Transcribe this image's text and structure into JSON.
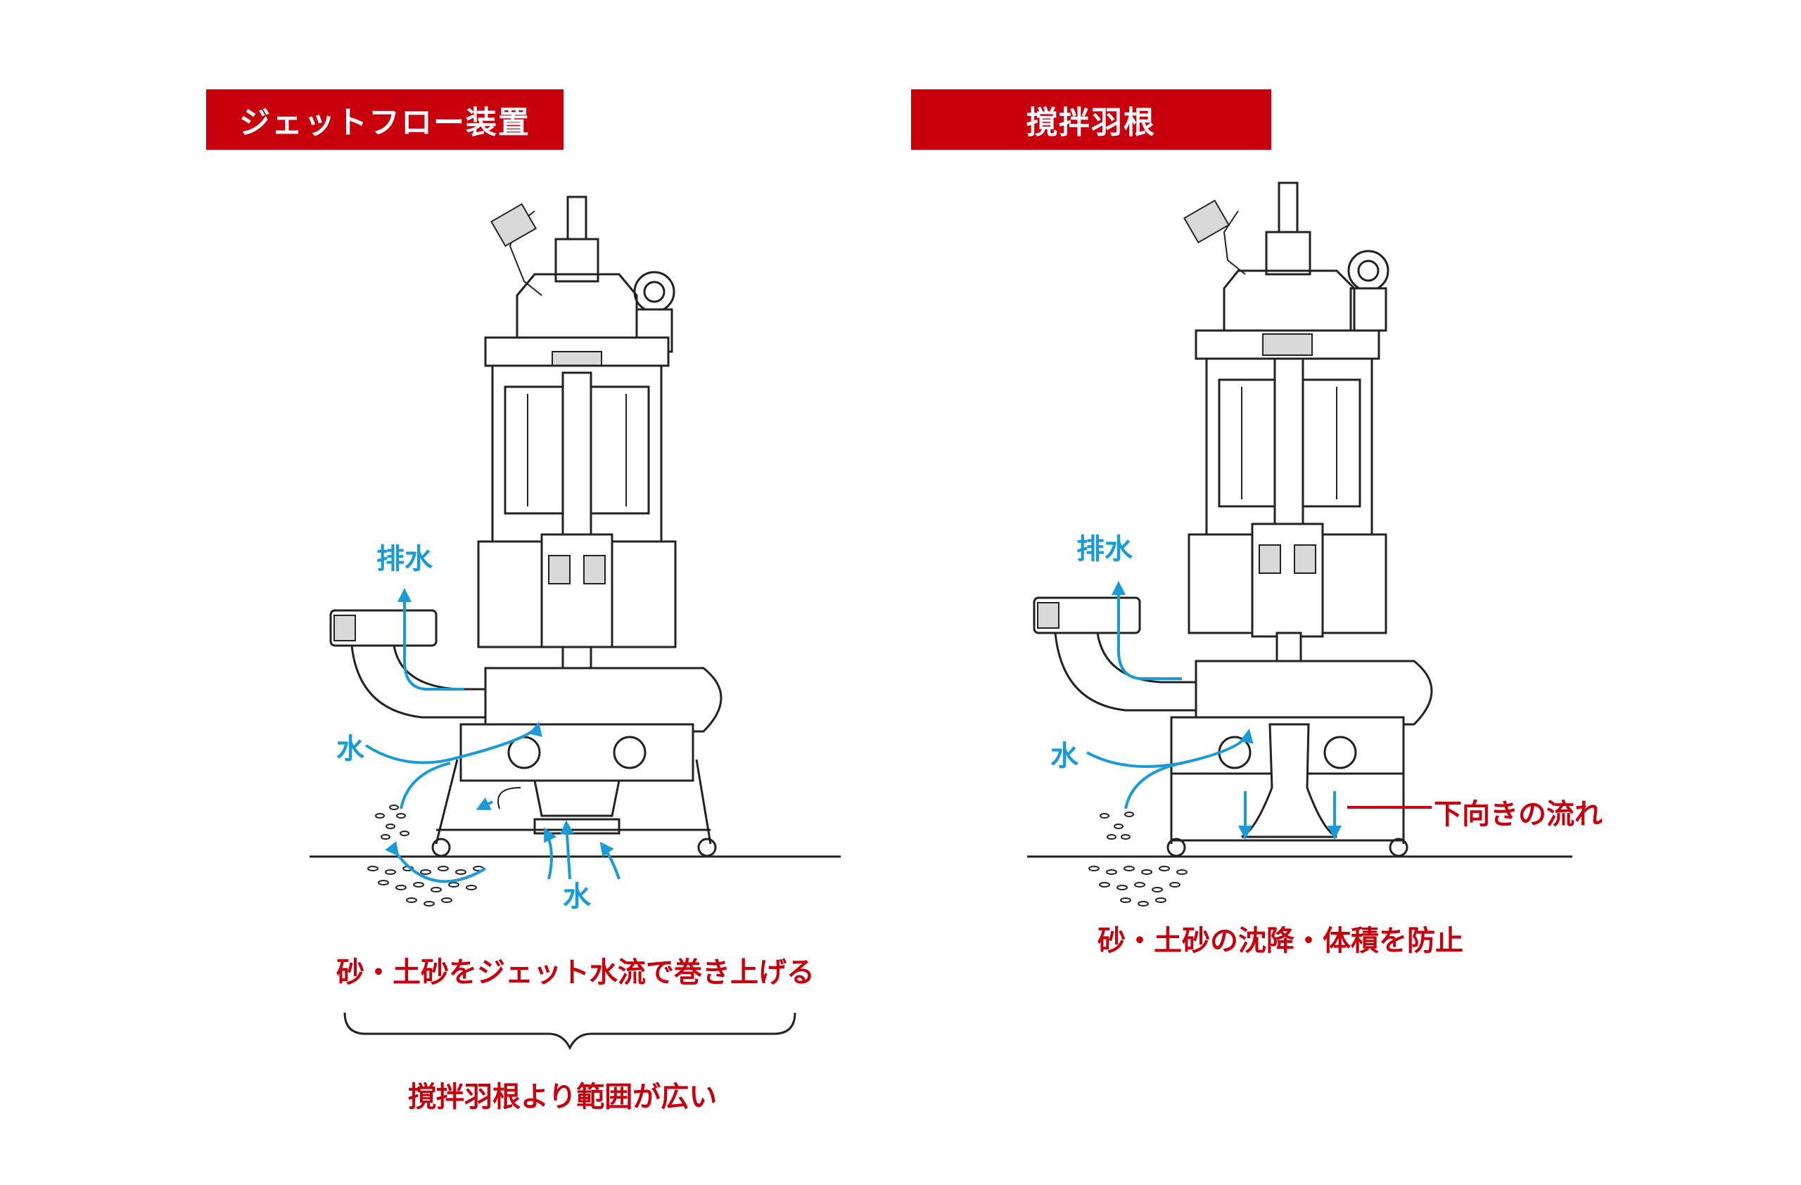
{
  "left_panel": {
    "header": "ジェットフロー装置",
    "label_discharge": "排水",
    "label_water_side": "水",
    "label_water_bottom": "水",
    "caption": "砂・土砂をジェット水流で巻き上げる",
    "sub_caption": "撹拌羽根より範囲が広い"
  },
  "right_panel": {
    "header": "撹拌羽根",
    "label_discharge": "排水",
    "label_water_side": "水",
    "label_downflow": "下向きの流れ",
    "caption": "砂・土砂の沈降・体積を防止"
  },
  "colors": {
    "accent_red": "#c8000e",
    "flow_blue": "#1a9ad6",
    "line": "#222222"
  }
}
